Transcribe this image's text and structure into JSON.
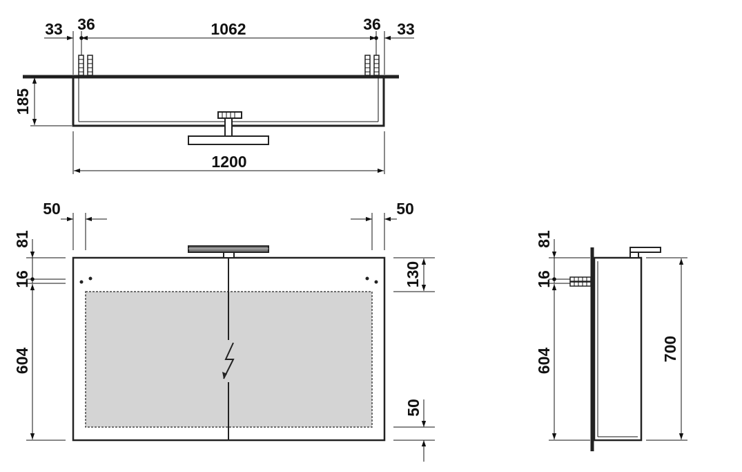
{
  "drawing": {
    "top_view": {
      "dims": {
        "a": "33",
        "b": "36",
        "c": "1062",
        "d": "36",
        "e": "33",
        "depth": "185",
        "width": "1200"
      }
    },
    "front_view": {
      "dims": {
        "left_margin": "50",
        "right_margin": "50",
        "top_offset": "81",
        "hole_spacing": "16",
        "mount_height": "604",
        "top_band": "130",
        "bottom_band": "50"
      }
    },
    "side_view": {
      "dims": {
        "top_offset": "81",
        "hole_spacing": "16",
        "mount_height": "604",
        "height": "700"
      }
    }
  }
}
